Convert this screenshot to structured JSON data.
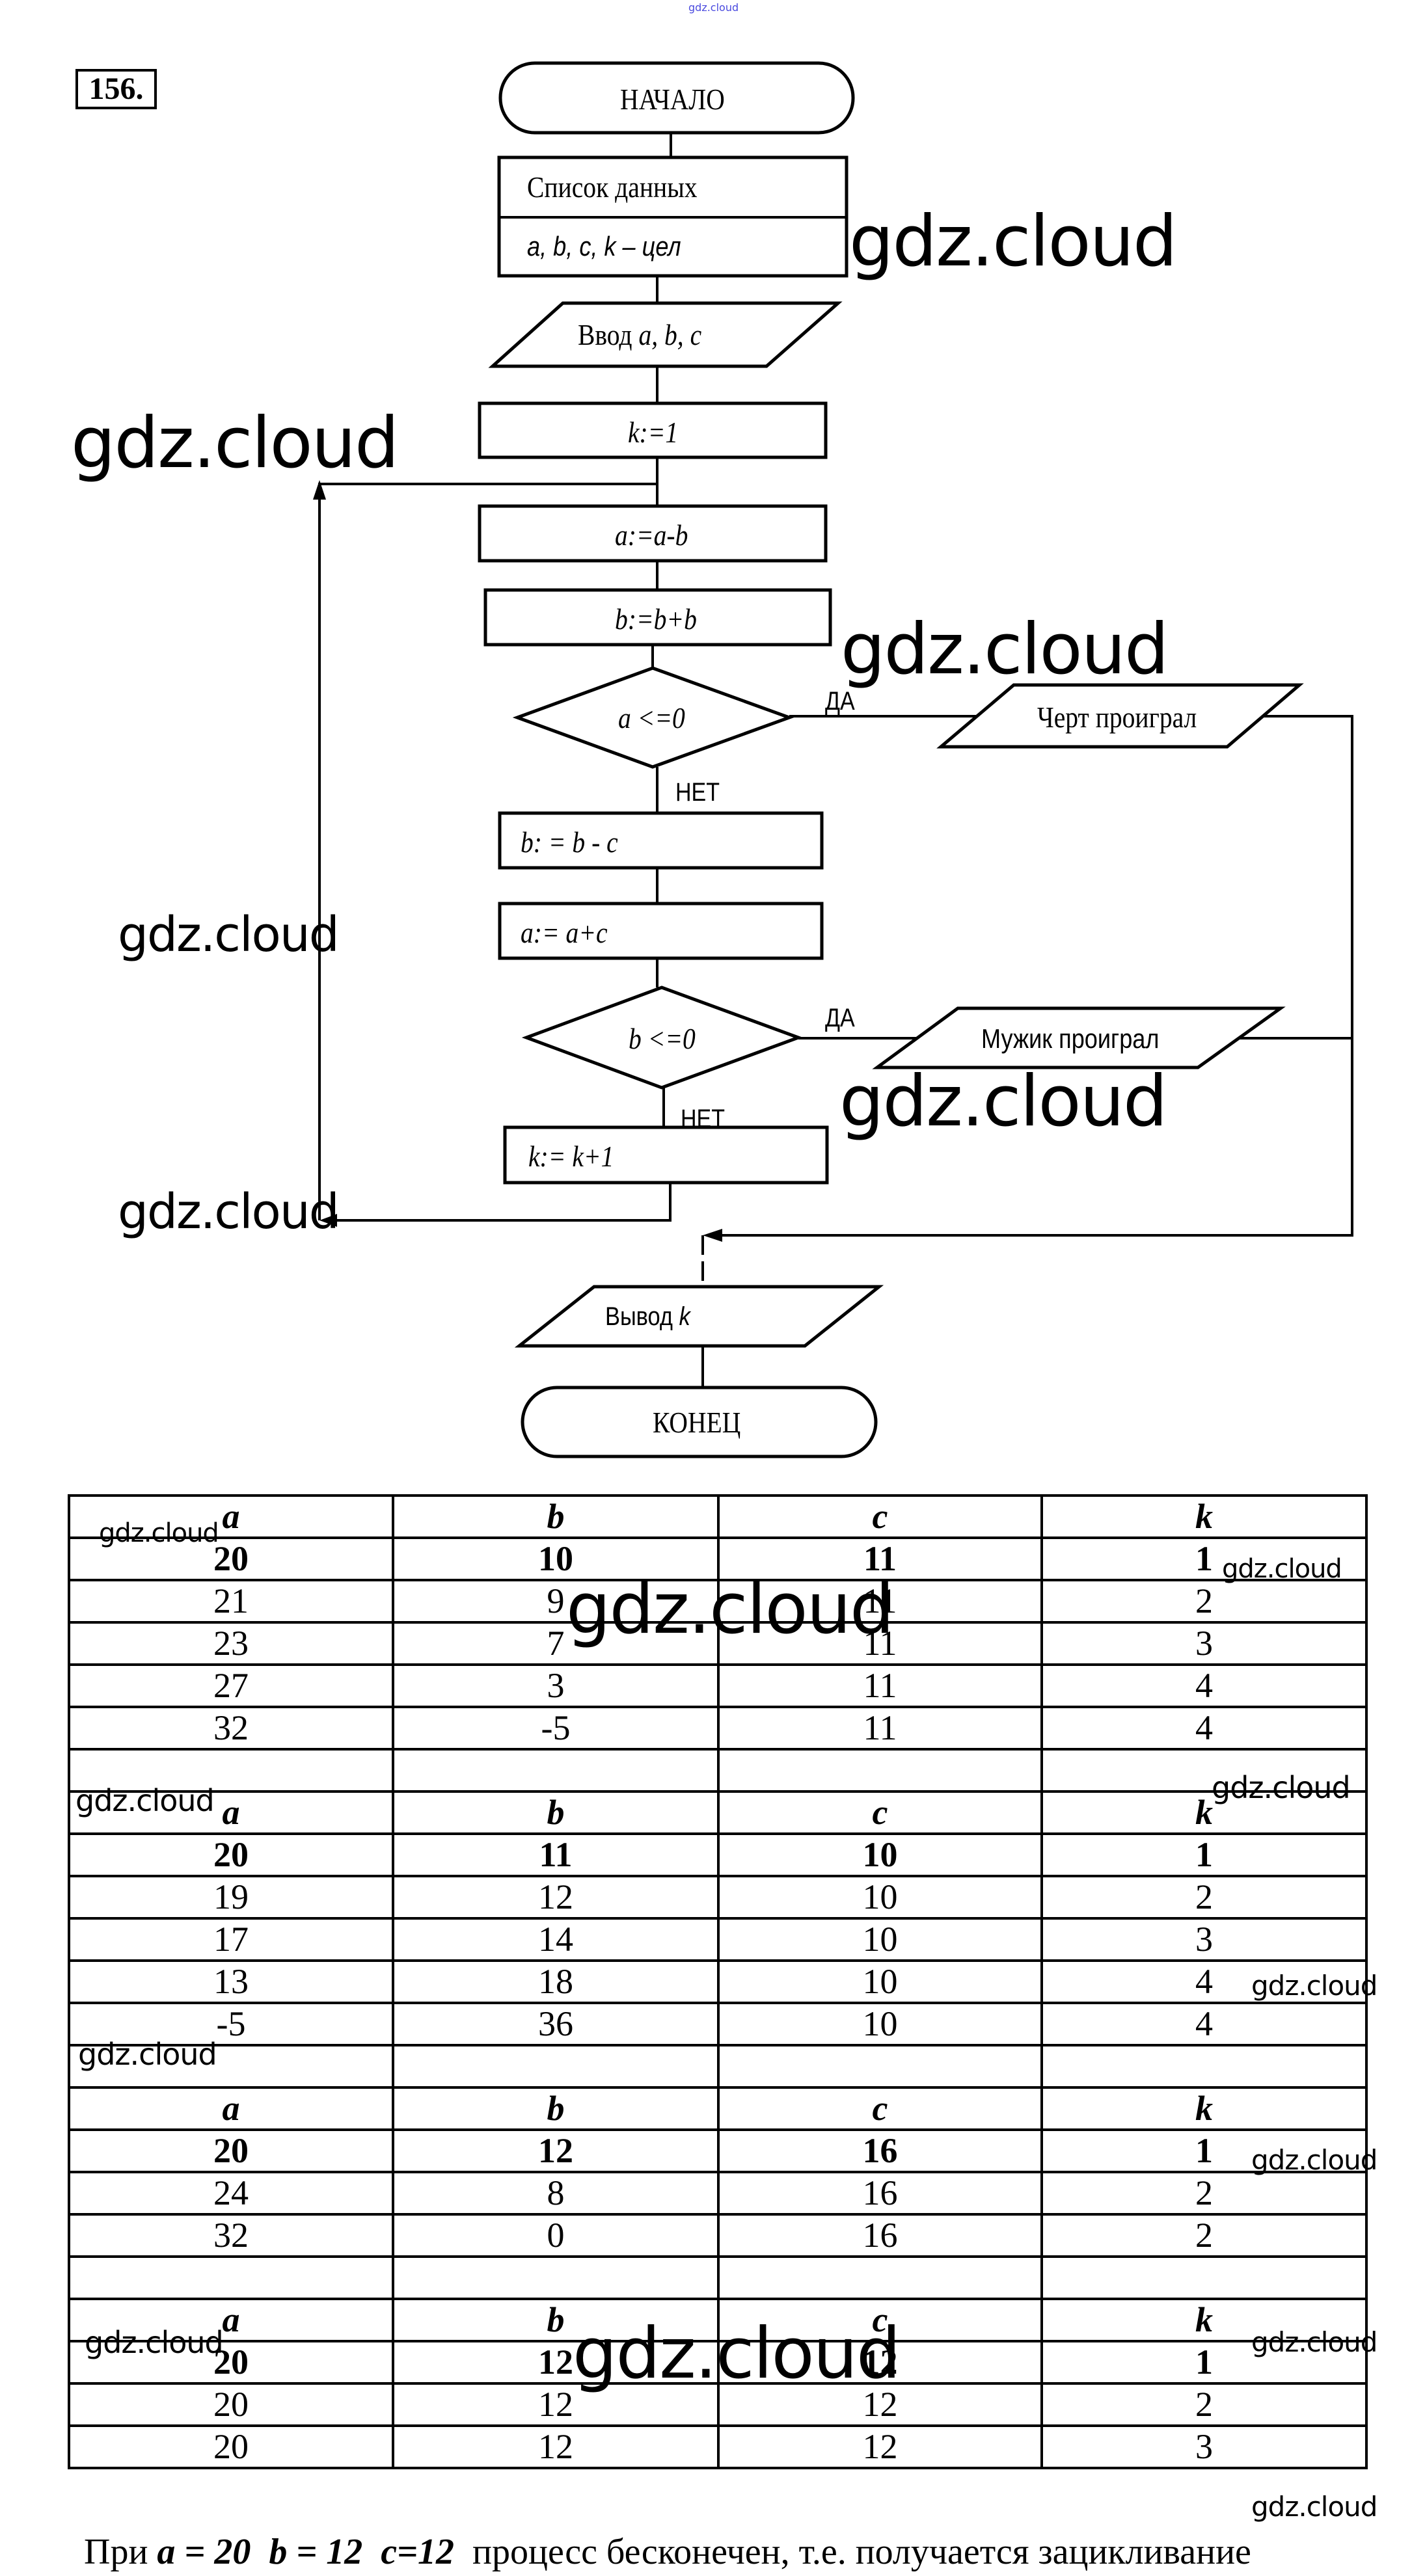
{
  "task_number": "156.",
  "watermark": "gdz.cloud",
  "flowchart": {
    "start": "НАЧАЛО",
    "data_list_title": "Список данных",
    "data_list_vars": "a, b, c, k – цел",
    "input_prefix": "Ввод",
    "input_vars": "a, b, c",
    "init_k": "k:=1",
    "step_a_minus_b": "a:=a-b",
    "step_b_plus_b": "b:=b+b",
    "cond_a": "a <=0",
    "yes_label": "ДА",
    "no_label": "НЕТ",
    "out_chert": "Черт проиграл",
    "step_b_minus_c": "b: = b - c",
    "step_a_plus_c": "a:= a+c",
    "cond_b": "b <=0",
    "out_muzhik": "Мужик проиграл",
    "step_k_inc": "k:= k+1",
    "output_prefix": "Вывод",
    "output_var": "k",
    "end": "КОНЕЦ"
  },
  "table": {
    "columns": [
      "a",
      "b",
      "c",
      "k"
    ],
    "sections": [
      {
        "rows": [
          [
            "20",
            "10",
            "11",
            "1"
          ],
          [
            "21",
            "9",
            "11",
            "2"
          ],
          [
            "23",
            "7",
            "11",
            "3"
          ],
          [
            "27",
            "3",
            "11",
            "4"
          ],
          [
            "32",
            "-5",
            "11",
            "4"
          ]
        ]
      },
      {
        "rows": [
          [
            "20",
            "11",
            "10",
            "1"
          ],
          [
            "19",
            "12",
            "10",
            "2"
          ],
          [
            "17",
            "14",
            "10",
            "3"
          ],
          [
            "13",
            "18",
            "10",
            "4"
          ],
          [
            "-5",
            "36",
            "10",
            "4"
          ]
        ]
      },
      {
        "rows": [
          [
            "20",
            "12",
            "16",
            "1"
          ],
          [
            "24",
            "8",
            "16",
            "2"
          ],
          [
            "32",
            "0",
            "16",
            "2"
          ]
        ]
      },
      {
        "rows": [
          [
            "20",
            "12",
            "12",
            "1"
          ],
          [
            "20",
            "12",
            "12",
            "2"
          ],
          [
            "20",
            "12",
            "12",
            "3"
          ]
        ]
      }
    ]
  },
  "footer": {
    "prefix": "При",
    "condition_a": "a = 20",
    "condition_b": "b = 12",
    "condition_c": "c=12",
    "conclusion": "процесс бесконечен, т.е. получается зацикливание"
  }
}
